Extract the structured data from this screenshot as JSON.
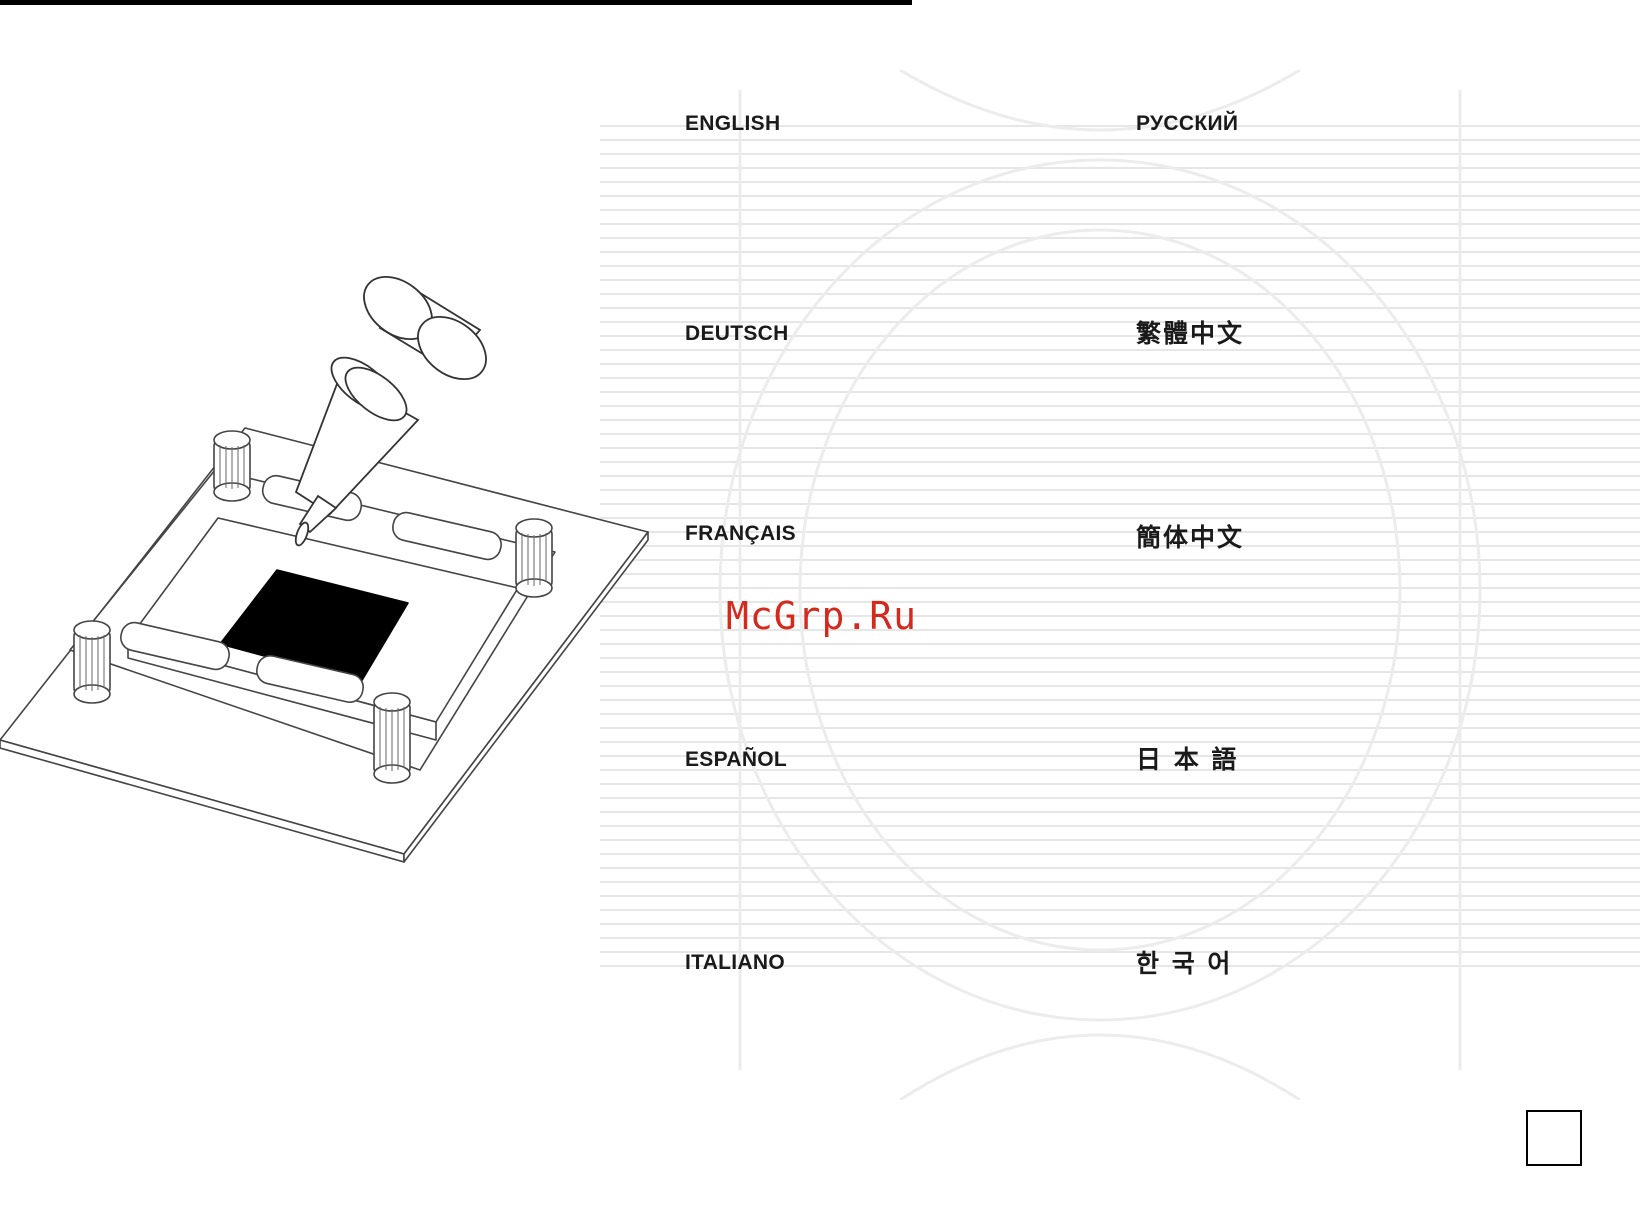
{
  "languages": {
    "english": "ENGLISH",
    "russian": "РУССКИЙ",
    "german": "DEUTSCH",
    "traditional_chinese": "繁體中文",
    "french": "FRANÇAIS",
    "simplified_chinese": "簡体中文",
    "spanish": "ESPAÑOL",
    "japanese": "日 本 語",
    "italian": "ITALIANO",
    "korean": "한 국 어"
  },
  "watermark": "McGrp.Ru",
  "page_number": ""
}
